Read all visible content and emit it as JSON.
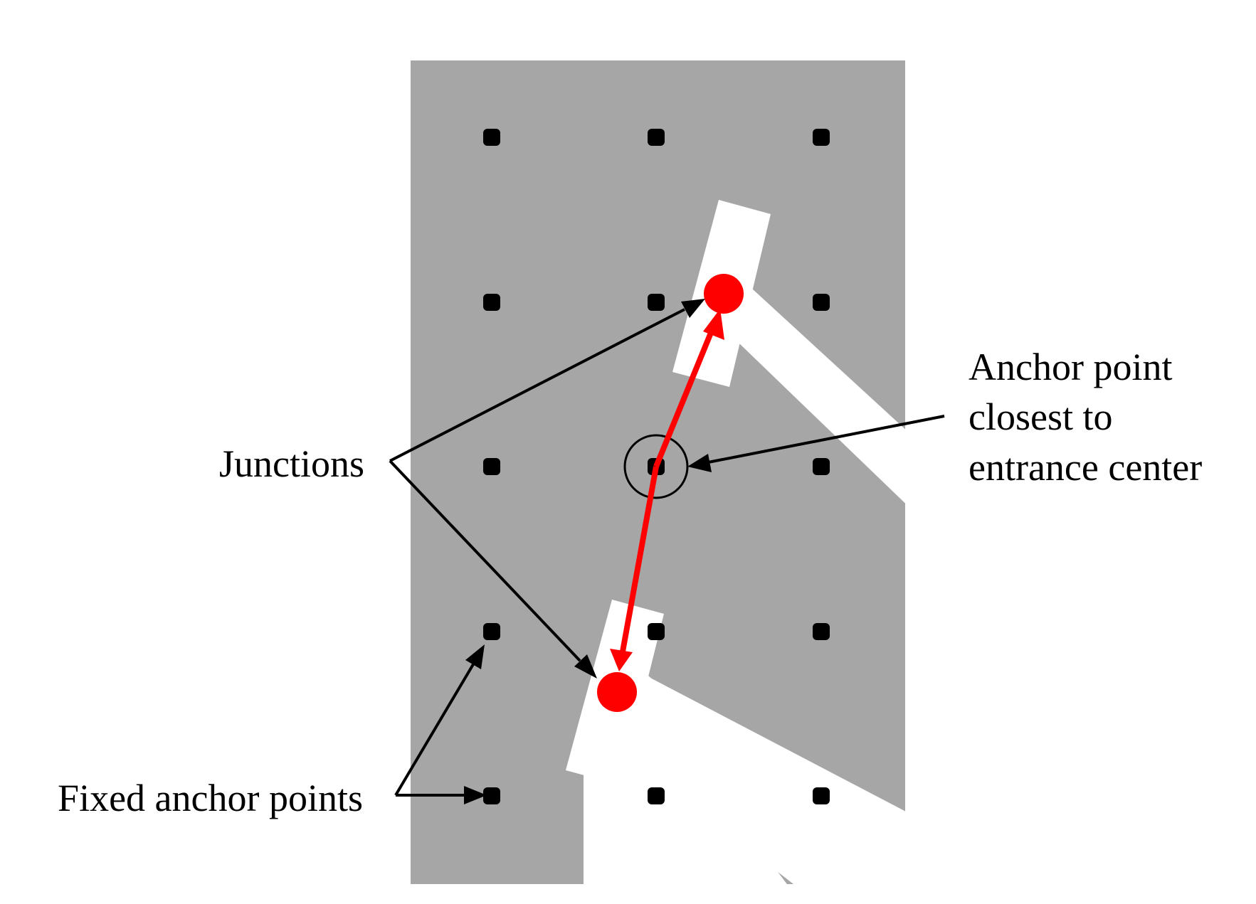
{
  "labels": {
    "junctions": "Junctions",
    "fixed_anchor_points": "Fixed anchor points",
    "anchor_closest_line1": "Anchor point",
    "anchor_closest_line2": "closest to",
    "anchor_closest_line3": "entrance center"
  },
  "colors": {
    "background_area": "#a6a6a6",
    "road": "#ffffff",
    "anchor_point": "#000000",
    "junction": "#ff0000",
    "connection_arrow": "#ff0000",
    "pointer_arrow": "#000000"
  }
}
